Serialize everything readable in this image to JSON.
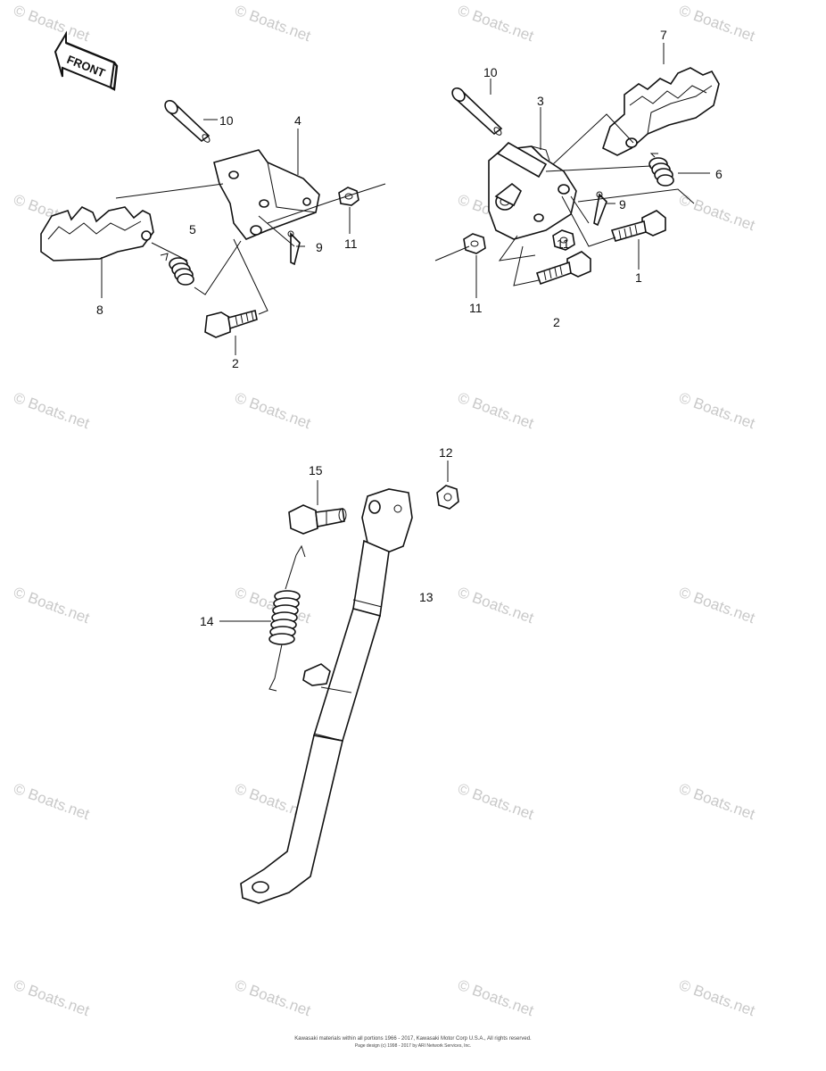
{
  "watermark": "© Boats.net",
  "front_label": "FRONT",
  "callouts": {
    "left_10": "10",
    "left_4": "4",
    "left_5": "5",
    "left_8": "8",
    "left_9": "9",
    "left_11": "11",
    "left_2": "2",
    "right_10": "10",
    "right_3": "3",
    "right_7": "7",
    "right_6": "6",
    "right_9": "9",
    "right_1": "1",
    "right_11a": "11",
    "right_11b": "11",
    "right_2": "2",
    "stand_12": "12",
    "stand_15": "15",
    "stand_13": "13",
    "stand_14": "14"
  },
  "footer": {
    "line1": "Kawasaki materials within all portions 1966 - 2017, Kawasaki Motor Corp U.S.A., All rights reserved.",
    "line2": "Page design (c) 1998 - 2017 by ARI Network Services, Inc."
  }
}
